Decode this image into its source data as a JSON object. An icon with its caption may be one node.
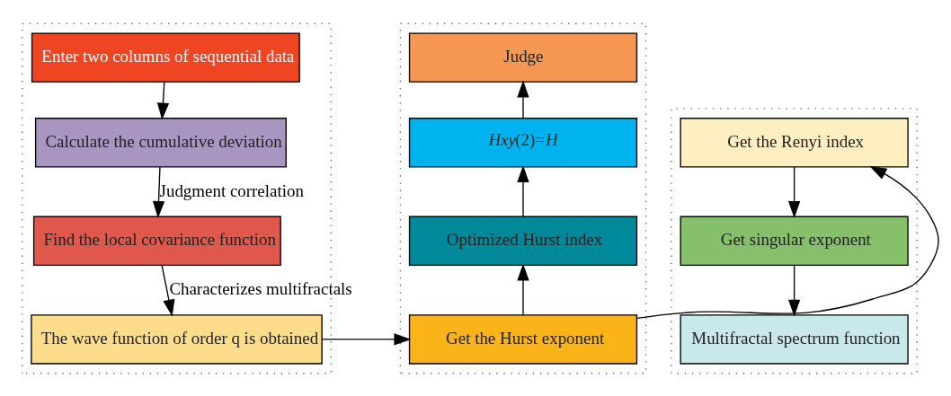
{
  "diagram": {
    "nodes": [
      {
        "text": [],
        "shape": "box"
      },
      {
        "text": [],
        "shape": "box"
      },
      {
        "text": [],
        "shape": "box"
      },
      {
        "text": [
          "Enter two columns of sequential data"
        ],
        "in": 0
      },
      {
        "text": [
          "Calculate the cumulative deviation"
        ],
        "in": 0
      },
      {
        "text": [
          "Find the local covariance function"
        ],
        "in": 0
      },
      {
        "text": [
          "The wave function of order q is obtained"
        ],
        "in": 0
      },
      {
        "text": [
          "Judge"
        ],
        "in": 1
      },
      {
        "text": [
          "*Hxy*(2)=*H*"
        ],
        "in": 1
      },
      {
        "text": [
          "Optimized Hurst index"
        ],
        "in": 1
      },
      {
        "text": [
          "Get the Hurst exponent"
        ],
        "in": 1
      },
      {
        "text": [
          "Get the Renyi index"
        ],
        "in": 2
      },
      {
        "text": [
          "Get singular exponent"
        ],
        "in": 2
      },
      {
        "text": [
          "Multifractal spectrum function"
        ],
        "in": 2
      }
    ],
    "edges": [
      {
        "from": 3,
        "to": 4,
        "arrow": "to"
      },
      {
        "from": 4,
        "to": 5,
        "arrow": "to",
        "label": "Judgment correlation"
      },
      {
        "from": 5,
        "to": 6,
        "arrow": "to",
        "label": "Characterizes multifractals"
      },
      {
        "from": 6,
        "to": 10,
        "arrow": "to"
      },
      {
        "from": 10,
        "to": 9,
        "arrow": "to"
      },
      {
        "from": 9,
        "to": 8,
        "arrow": "to"
      },
      {
        "from": 8,
        "to": 7,
        "arrow": "to"
      },
      {
        "from": 10,
        "to": 11,
        "arrow": "to"
      },
      {
        "from": 11,
        "to": 12,
        "arrow": "to"
      },
      {
        "from": 12,
        "to": 13,
        "arrow": "to"
      }
    ]
  }
}
